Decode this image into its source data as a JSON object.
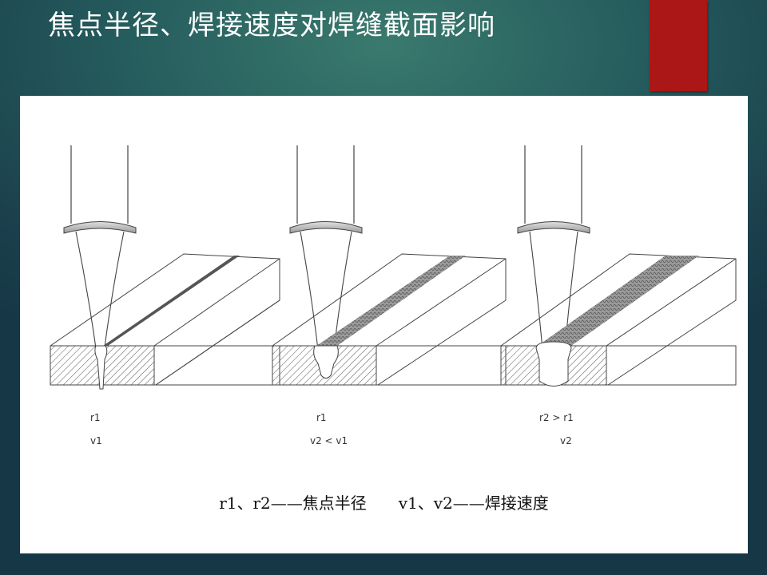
{
  "title": "焦点半径、焊接速度对焊缝截面影响",
  "colors": {
    "accent": "#ab1616",
    "background": "#1f4a55",
    "panel": "#ffffff",
    "line": "#444444"
  },
  "panels": [
    {
      "radius_label": "r1",
      "speed_label": "v1"
    },
    {
      "radius_label": "r1",
      "speed_label": "v2 < v1"
    },
    {
      "radius_label": "r2 > r1",
      "speed_label": "v2"
    }
  ],
  "caption": {
    "radius_def": "r1、r2——焦点半径",
    "speed_def": "v1、v2——焊接速度"
  }
}
